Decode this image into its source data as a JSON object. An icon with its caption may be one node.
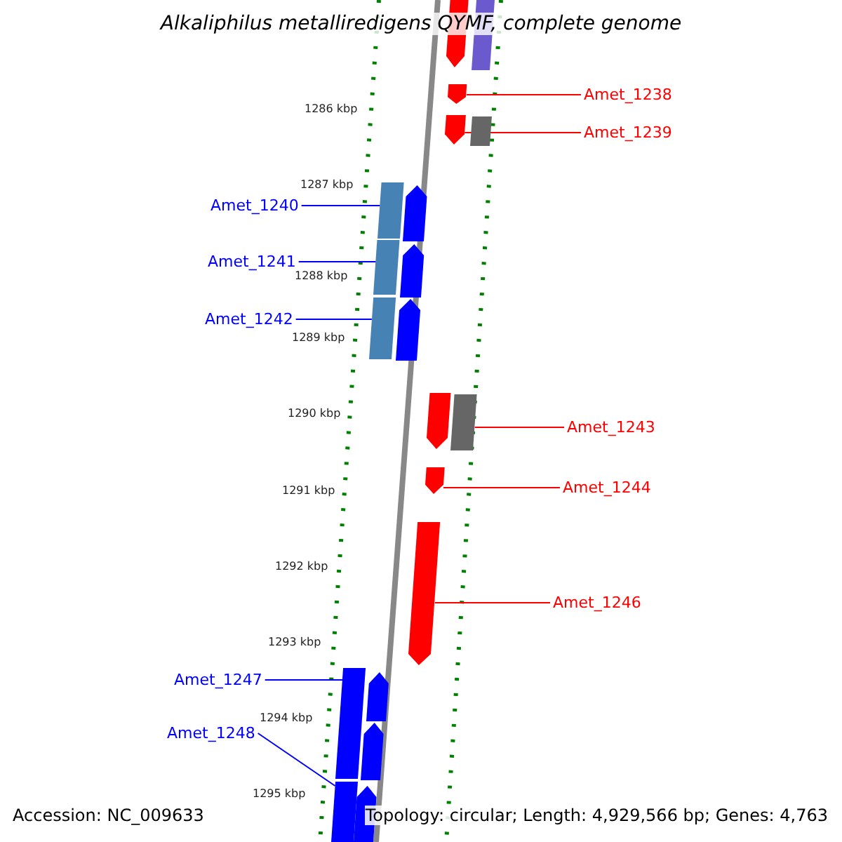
{
  "diagram": {
    "title": "Alkaliphilus metalliredigens QYMF, complete genome",
    "nodes": [
      {
        "text": [
          "Amet_1238"
        ]
      },
      {
        "text": [],
        "shape": "bar"
      },
      {
        "text": [
          "Amet_1239"
        ]
      },
      {
        "text": [],
        "shape": "bar"
      },
      {
        "text": [
          "Amet_1240"
        ]
      },
      {
        "text": [],
        "shape": "bar"
      },
      {
        "text": [
          "Amet_1241"
        ]
      },
      {
        "text": [],
        "shape": "bar"
      },
      {
        "text": [
          "Amet_1242"
        ]
      },
      {
        "text": [],
        "shape": "bar"
      },
      {
        "text": [
          "Amet_1243"
        ]
      },
      {
        "text": [],
        "shape": "bar"
      },
      {
        "text": [
          "Amet_1244"
        ]
      },
      {
        "text": [],
        "shape": "bar"
      },
      {
        "text": [
          "Amet_1246"
        ]
      },
      {
        "text": [],
        "shape": "bar"
      },
      {
        "text": [
          "Amet_1247"
        ]
      },
      {
        "text": [],
        "shape": "bar"
      },
      {
        "text": [
          "Amet_1248"
        ]
      },
      {
        "text": [],
        "shape": "bar"
      },
      {
        "text": [],
        "shape": "bar"
      },
      {
        "text": [],
        "shape": "bar"
      },
      {
        "text": [],
        "shape": "bar"
      },
      {
        "text": [],
        "shape": "bar"
      },
      {
        "text": [],
        "shape": "bar"
      },
      {
        "text": [],
        "shape": "bar"
      },
      {
        "text": [],
        "shape": "bar"
      },
      {
        "text": [],
        "shape": "bar"
      },
      {
        "text": [],
        "shape": "bar"
      },
      {
        "text": [],
        "shape": "bar"
      }
    ],
    "edges": [
      {
        "from": 0,
        "to": 1,
        "arrow": "none",
        "color": "#ff0000"
      },
      {
        "from": 2,
        "to": 3,
        "arrow": "none",
        "color": "#ff0000"
      },
      {
        "from": 4,
        "to": 5,
        "arrow": "none",
        "color": "#0000ff"
      },
      {
        "from": 6,
        "to": 7,
        "arrow": "none",
        "color": "#0000ff"
      },
      {
        "from": 8,
        "to": 9,
        "arrow": "none",
        "color": "#0000ff"
      },
      {
        "from": 10,
        "to": 11,
        "arrow": "none",
        "color": "#ff0000"
      },
      {
        "from": 12,
        "to": 13,
        "arrow": "none",
        "color": "#ff0000"
      },
      {
        "from": 14,
        "to": 15,
        "arrow": "none",
        "color": "#ff0000"
      },
      {
        "from": 16,
        "to": 17,
        "arrow": "none",
        "color": "#0000ff"
      },
      {
        "from": 18,
        "to": 19,
        "arrow": "none",
        "color": "#0000ff"
      }
    ],
    "labels": [
      "1286 kbp",
      "1287 kbp",
      "1288 kbp",
      "1289 kbp",
      "1290 kbp",
      "1291 kbp",
      "1292 kbp",
      "1293 kbp",
      "1294 kbp",
      "1295 kbp",
      "Accession: NC_009633",
      "Topology: circular; Length: 4,929,566 bp; Genes: 4,763"
    ]
  }
}
